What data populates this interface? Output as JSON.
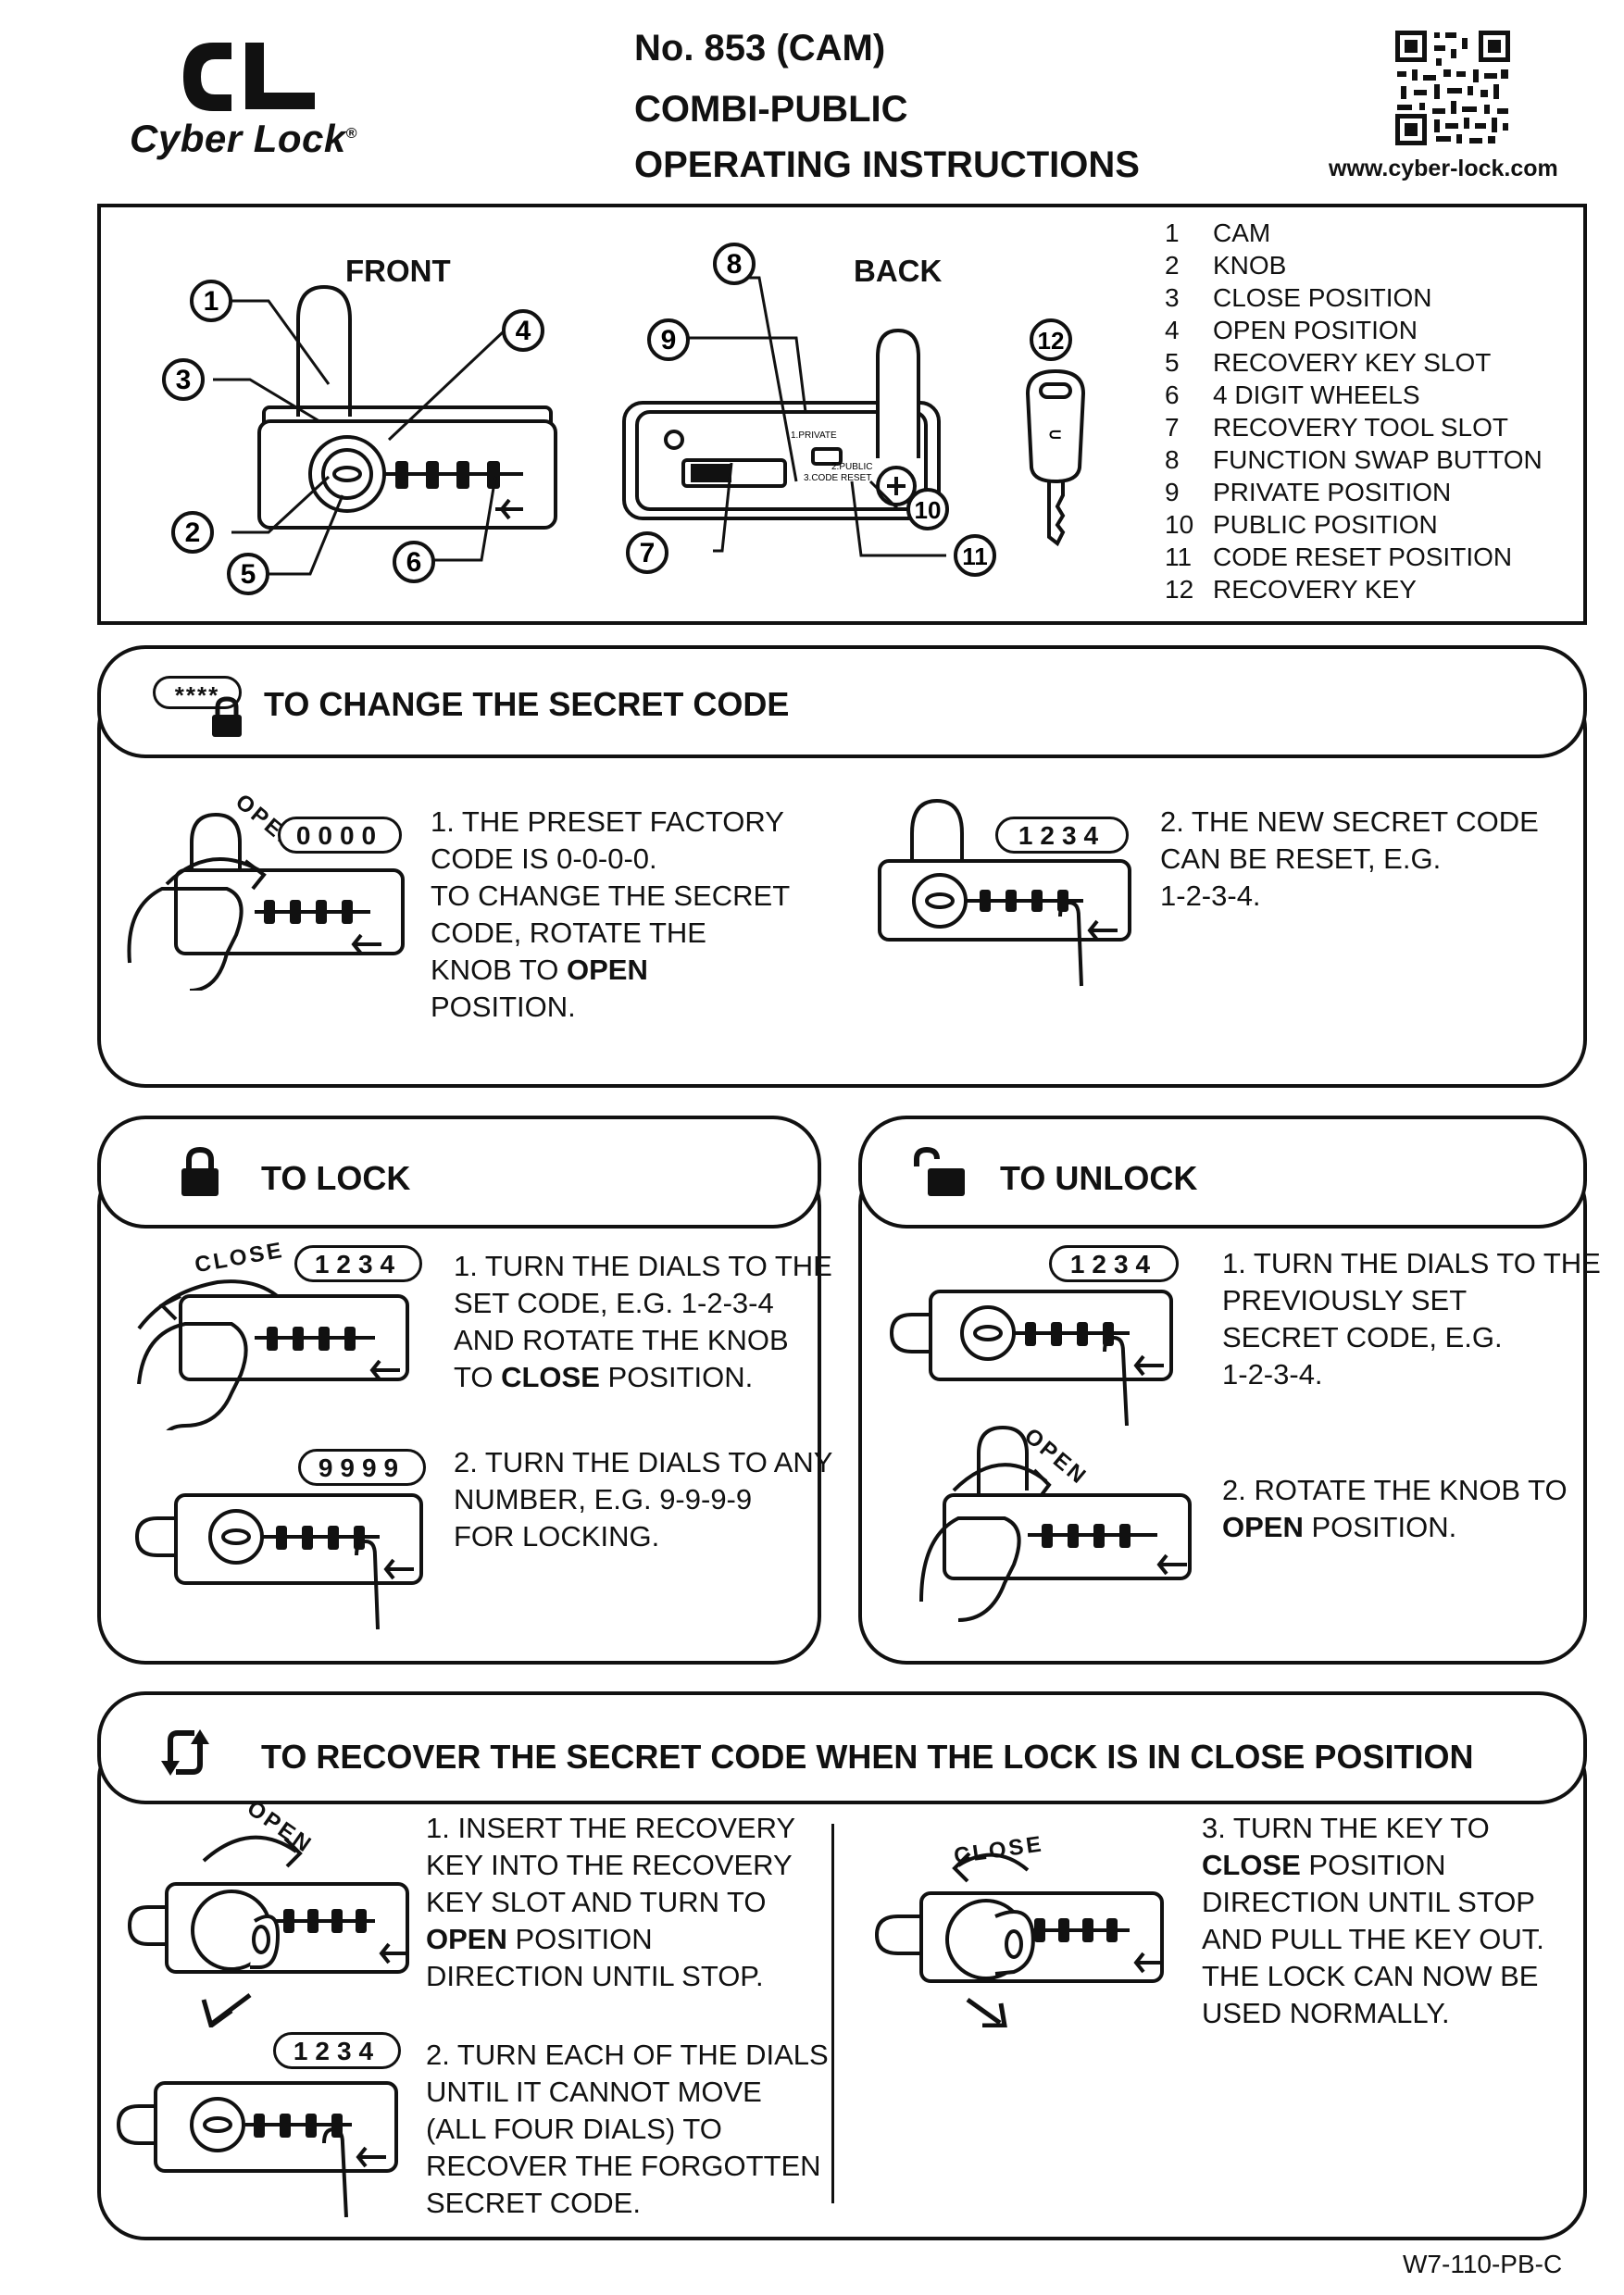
{
  "brand": {
    "name": "Cyber Lock",
    "reg": "®"
  },
  "header": {
    "model": "No. 853 (CAM)",
    "subtitle": "COMBI-PUBLIC",
    "doc_title": "OPERATING INSTRUCTIONS",
    "url": "www.cyber-lock.com"
  },
  "diagram": {
    "front_label": "FRONT",
    "back_label": "BACK",
    "back_marks": {
      "private": "1.PRIVATE",
      "public": "2.PUBLIC",
      "reset": "3.CODE RESET"
    },
    "callouts": [
      "1",
      "2",
      "3",
      "4",
      "5",
      "6",
      "7",
      "8",
      "9",
      "10",
      "11",
      "12"
    ],
    "legend": [
      {
        "num": "1",
        "label": "CAM"
      },
      {
        "num": "2",
        "label": "KNOB"
      },
      {
        "num": "3",
        "label": "CLOSE POSITION"
      },
      {
        "num": "4",
        "label": "OPEN POSITION"
      },
      {
        "num": "5",
        "label": "RECOVERY KEY SLOT"
      },
      {
        "num": "6",
        "label": "4 DIGIT WHEELS"
      },
      {
        "num": "7",
        "label": "RECOVERY TOOL SLOT"
      },
      {
        "num": "8",
        "label": "FUNCTION SWAP BUTTON"
      },
      {
        "num": "9",
        "label": "PRIVATE POSITION"
      },
      {
        "num": "10",
        "label": "PUBLIC POSITION"
      },
      {
        "num": "11",
        "label": "CODE RESET POSITION"
      },
      {
        "num": "12",
        "label": "RECOVERY KEY"
      }
    ]
  },
  "change_code": {
    "title": "TO CHANGE THE SECRET CODE",
    "icon_code": "****",
    "step1_code": "0000",
    "step1_rot": "OPEN",
    "step1_a": "1. THE PRESET FACTORY\n    CODE IS 0-0-0-0.\n   TO CHANGE THE SECRET\n    CODE, ROTATE THE\n    KNOB TO ",
    "step1_bold": "OPEN",
    "step1_b": "\n    POSITION.",
    "step2_code": "1234",
    "step2": "2.  THE NEW SECRET CODE\n     CAN BE RESET, E.G.\n     1-2-3-4."
  },
  "lock": {
    "title": "TO LOCK",
    "step1_code": "1234",
    "step1_rot": "CLOSE",
    "step1_a": "1. TURN THE DIALS TO THE\n    SET CODE, E.G. 1-2-3-4\n    AND ROTATE THE KNOB\n    TO ",
    "step1_bold": "CLOSE",
    "step1_b": " POSITION.",
    "step2_code": "9999",
    "step2": "2. TURN THE DIALS TO ANY\n    NUMBER, E.G. 9-9-9-9\n    FOR LOCKING."
  },
  "unlock": {
    "title": "TO UNLOCK",
    "step1_code": "1234",
    "step1": "1. TURN THE DIALS TO THE\n    PREVIOUSLY SET\n    SECRET CODE, E.G.\n    1-2-3-4.",
    "step2_rot": "OPEN",
    "step2_a": "2. ROTATE THE KNOB TO\n    ",
    "step2_bold": "OPEN",
    "step2_b": " POSITION."
  },
  "recover": {
    "title": "TO RECOVER THE SECRET CODE  WHEN THE LOCK IS IN CLOSE POSITION",
    "step1_rot": "OPEN",
    "step1_a": "1. INSERT THE RECOVERY\n    KEY INTO THE RECOVERY\n    KEY SLOT AND TURN TO\n    ",
    "step1_bold": "OPEN",
    "step1_b": " POSITION\n    DIRECTION UNTIL STOP.",
    "step2_code": "1234",
    "step2": "2. TURN EACH OF THE DIALS\n    UNTIL IT CANNOT MOVE\n    (ALL FOUR DIALS) TO\n    RECOVER THE FORGOTTEN\n    SECRET CODE.",
    "step3_rot": "CLOSE",
    "step3_a": "3.  TURN THE KEY TO\n     ",
    "step3_bold": "CLOSE",
    "step3_b": " POSITION\n     DIRECTION UNTIL STOP\n     AND PULL THE KEY OUT.\n     THE LOCK CAN NOW BE\n     USED NORMALLY."
  },
  "footer": {
    "doc_code": "W7-110-PB-C"
  }
}
